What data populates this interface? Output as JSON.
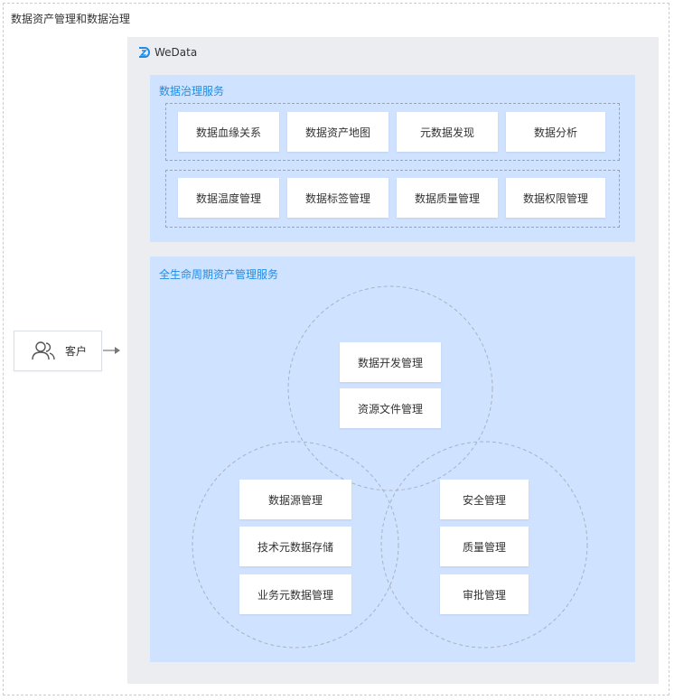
{
  "outer_title": "数据资产管理和数据治理",
  "customer": {
    "label": "客户",
    "icon": "users-icon"
  },
  "wedata": {
    "name": "WeData",
    "logo": "wedata-logo-icon",
    "colors": {
      "logo": "#1f8de6",
      "section_title": "#1f8de6",
      "section_bg": "#cfe2ff",
      "panel_bg": "#ebedf0"
    }
  },
  "governance": {
    "title": "数据治理服务",
    "row1": [
      "数据血缘关系",
      "数据资产地图",
      "元数据发现",
      "数据分析"
    ],
    "row2": [
      "数据温度管理",
      "数据标签管理",
      "数据质量管理",
      "数据权限管理"
    ]
  },
  "lifecycle": {
    "title": "全生命周期资产管理服务",
    "top": [
      "数据开发管理",
      "资源文件管理"
    ],
    "left": [
      "数据源管理",
      "技术元数据存储",
      "业务元数据管理"
    ],
    "right": [
      "安全管理",
      "质量管理",
      "审批管理"
    ]
  }
}
